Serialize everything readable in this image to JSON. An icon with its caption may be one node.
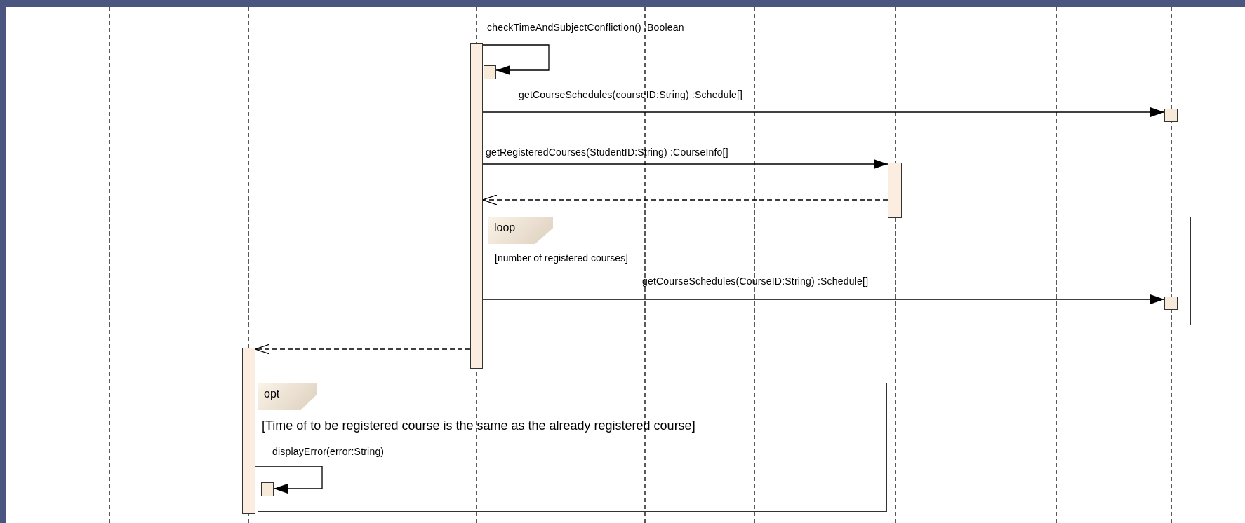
{
  "diagram": {
    "nodes": [
      {
        "text": [
          "loop",
          "[number of registered courses]"
        ]
      },
      {
        "text": [
          "opt",
          "[Time of to be registered course is the same as the already registered course]"
        ]
      },
      {
        "text": [],
        "shape": "bar"
      },
      {
        "text": [],
        "shape": "box"
      },
      {
        "text": [],
        "shape": "box"
      },
      {
        "text": [],
        "shape": "bar"
      },
      {
        "text": [],
        "shape": "box",
        "in": 0
      },
      {
        "text": [],
        "shape": "bar"
      },
      {
        "text": [],
        "shape": "box",
        "in": 1
      }
    ],
    "edges": [
      {
        "from": 2,
        "to": 3,
        "arrow": "to",
        "label": "checkTimeAndSubjectConfliction() :Boolean"
      },
      {
        "from": 2,
        "to": 4,
        "arrow": "to",
        "label": "getCourseSchedules(courseID:String) :Schedule[]"
      },
      {
        "from": 2,
        "to": 5,
        "arrow": "to",
        "label": "getRegisteredCourses(StudentID:String) :CourseInfo[]"
      },
      {
        "from": 5,
        "to": 2,
        "arrow": "to",
        "style": "dashed"
      },
      {
        "from": 2,
        "to": 6,
        "arrow": "to",
        "label": "getCourseSchedules(CourseID:String) :Schedule[]"
      },
      {
        "from": 2,
        "to": 7,
        "arrow": "to",
        "style": "dashed"
      },
      {
        "from": 7,
        "to": 8,
        "arrow": "to",
        "label": "displayError(error:String)"
      }
    ]
  }
}
